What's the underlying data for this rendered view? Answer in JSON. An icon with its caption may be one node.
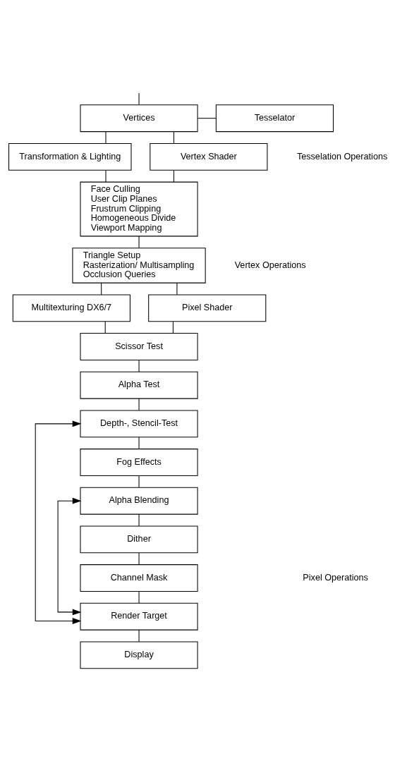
{
  "diagram": {
    "nodes": [
      {
        "text": [
          "Vertices"
        ]
      },
      {
        "text": [
          "Tesselator"
        ]
      },
      {
        "text": [
          "Transformation & Lighting"
        ]
      },
      {
        "text": [
          "Vertex Shader"
        ]
      },
      {
        "text": [
          "Face Culling",
          "User Clip Planes",
          "Frustrum Clipping",
          "Homogeneous Divide",
          "Viewport Mapping"
        ]
      },
      {
        "text": [
          "Triangle Setup",
          "Rasterization/ Multisampling",
          "Occlusion Queries"
        ]
      },
      {
        "text": [
          "Multitexturing DX6/7"
        ]
      },
      {
        "text": [
          "Pixel Shader"
        ]
      },
      {
        "text": [
          "Scissor Test"
        ]
      },
      {
        "text": [
          "Alpha Test"
        ]
      },
      {
        "text": [
          "Depth-, Stencil-Test"
        ]
      },
      {
        "text": [
          "Fog Effects"
        ]
      },
      {
        "text": [
          "Alpha Blending"
        ]
      },
      {
        "text": [
          "Dither"
        ]
      },
      {
        "text": [
          "Channel Mask"
        ]
      },
      {
        "text": [
          "Render Target"
        ]
      },
      {
        "text": [
          "Display"
        ]
      }
    ],
    "edges": [
      {
        "from": null,
        "to": 0,
        "arrow": "none"
      },
      {
        "from": 0,
        "to": 1,
        "arrow": "none"
      },
      {
        "from": 0,
        "to": 2,
        "arrow": "none"
      },
      {
        "from": 0,
        "to": 3,
        "arrow": "none"
      },
      {
        "from": 2,
        "to": 4,
        "arrow": "none"
      },
      {
        "from": 3,
        "to": 4,
        "arrow": "none"
      },
      {
        "from": 4,
        "to": 5,
        "arrow": "none"
      },
      {
        "from": 5,
        "to": 6,
        "arrow": "none"
      },
      {
        "from": 5,
        "to": 7,
        "arrow": "none"
      },
      {
        "from": 6,
        "to": 8,
        "arrow": "none"
      },
      {
        "from": 7,
        "to": 8,
        "arrow": "none"
      },
      {
        "from": 8,
        "to": 9,
        "arrow": "none"
      },
      {
        "from": 9,
        "to": 10,
        "arrow": "none"
      },
      {
        "from": 10,
        "to": 11,
        "arrow": "none"
      },
      {
        "from": 11,
        "to": 12,
        "arrow": "none"
      },
      {
        "from": 12,
        "to": 13,
        "arrow": "none"
      },
      {
        "from": 13,
        "to": 14,
        "arrow": "none"
      },
      {
        "from": 14,
        "to": 15,
        "arrow": "none"
      },
      {
        "from": 15,
        "to": 16,
        "arrow": "none"
      },
      {
        "from": 10,
        "to": 15,
        "arrow": "both"
      },
      {
        "from": 12,
        "to": 15,
        "arrow": "both"
      }
    ],
    "labels": [
      "Tesselation Operations",
      "Vertex Operations",
      "Pixel Operations"
    ]
  }
}
